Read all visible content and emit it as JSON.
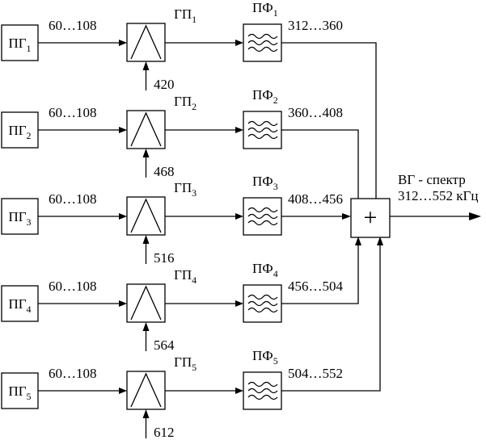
{
  "rows": [
    {
      "pg_base": "ПГ",
      "pg_sub": "1",
      "in_range": "60…108",
      "gp_base": "ГП",
      "gp_sub": "1",
      "lo_freq": "420",
      "pf_base": "ПФ",
      "pf_sub": "1",
      "out_range": "312…360"
    },
    {
      "pg_base": "ПГ",
      "pg_sub": "2",
      "in_range": "60…108",
      "gp_base": "ГП",
      "gp_sub": "2",
      "lo_freq": "468",
      "pf_base": "ПФ",
      "pf_sub": "2",
      "out_range": "360…408"
    },
    {
      "pg_base": "ПГ",
      "pg_sub": "3",
      "in_range": "60…108",
      "gp_base": "ГП",
      "gp_sub": "3",
      "lo_freq": "516",
      "pf_base": "ПФ",
      "pf_sub": "3",
      "out_range": "408…456"
    },
    {
      "pg_base": "ПГ",
      "pg_sub": "4",
      "in_range": "60…108",
      "gp_base": "ГП",
      "gp_sub": "4",
      "lo_freq": "564",
      "pf_base": "ПФ",
      "pf_sub": "4",
      "out_range": "456…504"
    },
    {
      "pg_base": "ПГ",
      "pg_sub": "5",
      "in_range": "60…108",
      "gp_base": "ГП",
      "gp_sub": "5",
      "lo_freq": "612",
      "pf_base": "ПФ",
      "pf_sub": "5",
      "out_range": "504…552"
    }
  ],
  "summer": {
    "symbol": "+"
  },
  "output": {
    "line1": "ВГ - спектр",
    "line2": "312…552 кГц"
  },
  "icons": {
    "modulator": "triangle-modulator-icon",
    "filter": "bandpass-filter-icon"
  }
}
